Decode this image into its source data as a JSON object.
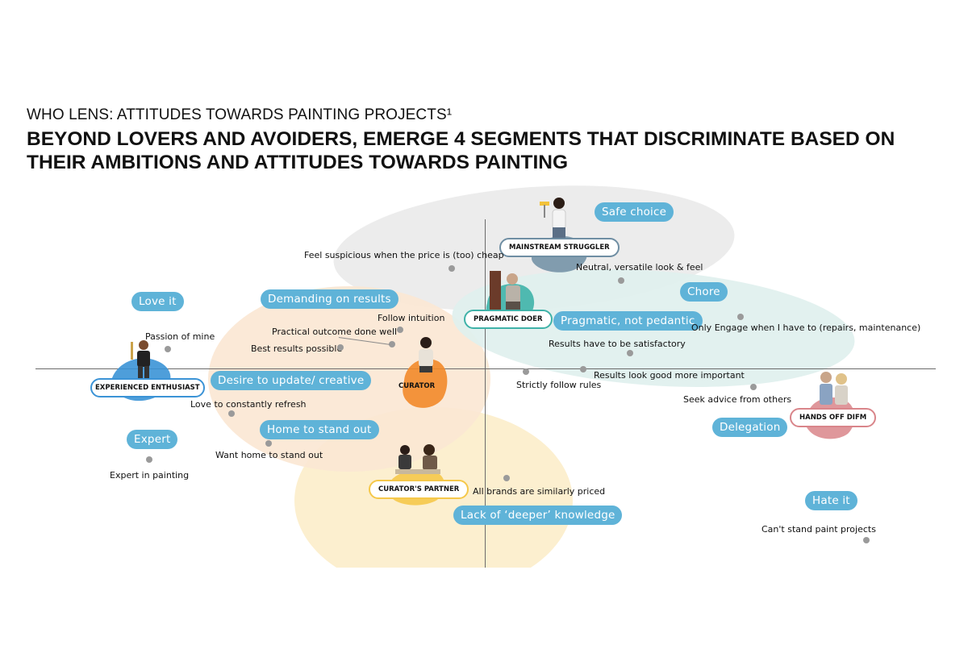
{
  "header": {
    "kicker": "WHO LENS: ATTITUDES TOWARDS PAINTING PROJECTS¹",
    "headline": "BEYOND LOVERS AND AVOIDERS, EMERGE 4 SEGMENTS THAT DISCRIMINATE BASED ON THEIR AMBITIONS AND ATTITUDES TOWARDS PAINTING"
  },
  "colors": {
    "pill": "#5fb3d8",
    "mainstream_blob": "#ececec",
    "pragmatic_blob": "#dff0ee",
    "curator_blob": "#fbe7d4",
    "partner_blob": "#fcefcf",
    "enthusiast_accent": "#3b93d6",
    "curator_accent": "#f28a2a",
    "partner_accent": "#f5c84a",
    "mainstream_accent": "#6f8ea3",
    "pragmatic_accent": "#3fb2a8",
    "difm_accent": "#d9858a"
  },
  "segments": {
    "mainstream": "MAINSTREAM STRUGGLER",
    "pragmatic": "PRAGMATIC DOER",
    "enthusiast": "EXPERIENCED ENTHUSIAST",
    "curator": "CURATOR",
    "partner": "CURATOR'S PARTNER",
    "difm": "HANDS OFF DIFM"
  },
  "pills": {
    "safe_choice": "Safe choice",
    "chore": "Chore",
    "pragmatic_not_pedantic": "Pragmatic, not pedantic",
    "love_it": "Love it",
    "demanding": "Demanding on results",
    "desire_update": "Desire to update/ creative",
    "home_stand_out": "Home to stand out",
    "expert": "Expert",
    "delegation": "Delegation",
    "hate_it": "Hate it",
    "lack_knowledge": "Lack of ‘deeper’ knowledge"
  },
  "notes": {
    "suspicious": "Feel suspicious when the price is (too) cheap",
    "neutral": "Neutral, versatile look & feel",
    "only_engage": "Only Engage when I have to (repairs, maintenance)",
    "satisfactory": "Results have to be satisfactory",
    "look_good": "Results look good more important",
    "strictly_rules": "Strictly follow rules",
    "seek_advice": "Seek advice from others",
    "follow_intuition": "Follow intuition",
    "practical_outcome": "Practical outcome done well",
    "best_results": "Best results possible",
    "passion": "Passion of mine",
    "refresh": "Love to constantly refresh",
    "want_home": "Want home to stand out",
    "expert_painting": "Expert in painting",
    "similarly_priced": "All brands are similarly priced",
    "cant_stand": "Can't stand paint projects"
  },
  "icons": {
    "enthusiast": "painter-person-icon",
    "mainstream": "woman-with-roller-icon",
    "pragmatic": "man-with-door-icon",
    "curator": "woman-thinking-icon",
    "partner": "couple-sitting-icon",
    "difm": "older-couple-icon"
  }
}
